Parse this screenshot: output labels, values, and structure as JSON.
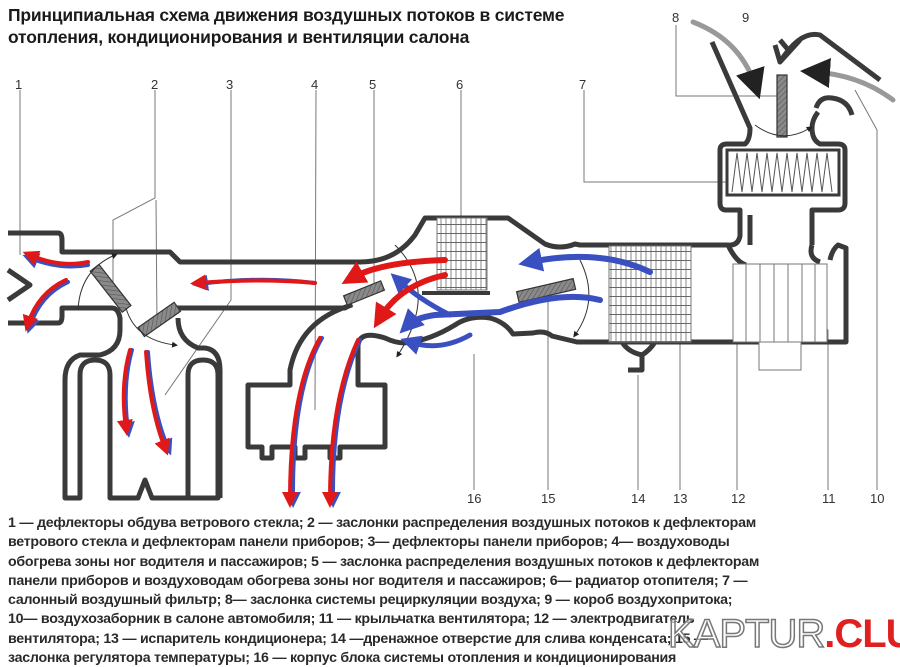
{
  "title": {
    "line1": "Принципиальная схема движения воздушных потоков в системе",
    "line2": "отопления, кондиционирования и вентиляции салона"
  },
  "labels": [
    "1",
    "2",
    "3",
    "4",
    "5",
    "6",
    "7",
    "8",
    "9",
    "10",
    "11",
    "12",
    "13",
    "14",
    "15",
    "16"
  ],
  "caption": [
    "1 — дефлекторы обдува ветрового стекла; 2 — заслонки распределения воздушных потоков к дефлекторам",
    "ветрового стекла и дефлекторам панели приборов; 3— дефлекторы панели приборов; 4— воздуховоды",
    "обогрева зоны ног водителя и пассажиров; 5 — заслонка распределения воздушных потоков к дефлекторам",
    "панели приборов и воздуховодам обогрева зоны ног водителя и пассажиров; 6— радиатор отопителя; 7 —",
    "салонный воздушный фильтр; 8— заслонка системы рециркуляции воздуха; 9 — короб воздухопритока;",
    "10— воздухозаборник в салоне автомобиля; 11 — крыльчатка вентилятора; 12 — электродвигатель",
    "вентилятора; 13 — испаритель кондиционера; 14 —дренажное отверстие для слива конденсата; 15 —",
    "заслонка регулятора температуры; 16 — корпус блока системы отопления и кондиционирования"
  ],
  "watermark": {
    "part1": "KAPTUR",
    "part2": ".CLUB"
  },
  "colors": {
    "hot": "#e01818",
    "cold": "#3a4fc0",
    "wall": "#3a3a3a"
  }
}
